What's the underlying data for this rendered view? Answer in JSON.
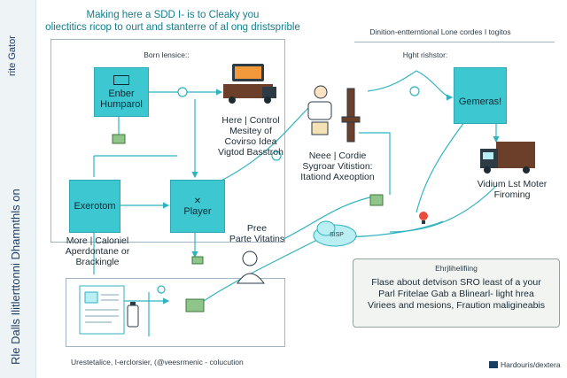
{
  "sidebar": {
    "top_label": "rite Gator",
    "bottom_label": "Rle Dalls Ilitlerttonni Dhamnthls on"
  },
  "header": {
    "title_line1": "Making here a SDD I- is to Cleaky you",
    "title_line2": "oliectitics ricop to ourt and stanterre of al ong dristsprible",
    "right_title": "Dinition-entterntional Lone cordes I togitos"
  },
  "left_panel": {
    "caption": "Born lensice::",
    "box_top": "Enber Humparol",
    "box_left": "Exerotom",
    "box_center": "Player",
    "truck_label_1": "Here | Control",
    "truck_label_2": "Mesitey of",
    "truck_label_3": "Covirso Idea",
    "truck_label_4": "Vigtod Basstroh",
    "left_caption_1": "More | Caloniel",
    "left_caption_2": "Aperdontane or",
    "left_caption_3": "Brackingle",
    "center_caption_1": "Pree",
    "center_caption_2": "Parte Vitatins"
  },
  "middle": {
    "robot_caption_1": "Neee | Cordie",
    "robot_caption_2": "Sygroar Vitistion:",
    "robot_caption_3": "Itationd Axeoption",
    "cloud_label": "SISP"
  },
  "right_panel": {
    "caption": "Hght rishstor:",
    "box": "Gemeras!",
    "truck_caption_1": "Vidium Lst Moter",
    "truck_caption_2": "Firoming"
  },
  "note": {
    "title": "Ehrjlihelifiing",
    "line1": "Flase about detvison SRO least of a your",
    "line2": "Parl Fritelae Gab a Blinearl- light hrea",
    "line3": "Viriees and mesions, Fraution maligineabis"
  },
  "footer": {
    "left": "Urestetalice, I-erclorsier, (@veesrmenic - colucution",
    "right": "Hardouris/dextera"
  },
  "colors": {
    "accent": "#3cc7d1",
    "line": "#2fb3bf",
    "sidebar": "#eef3f6",
    "title": "#167d8c"
  }
}
